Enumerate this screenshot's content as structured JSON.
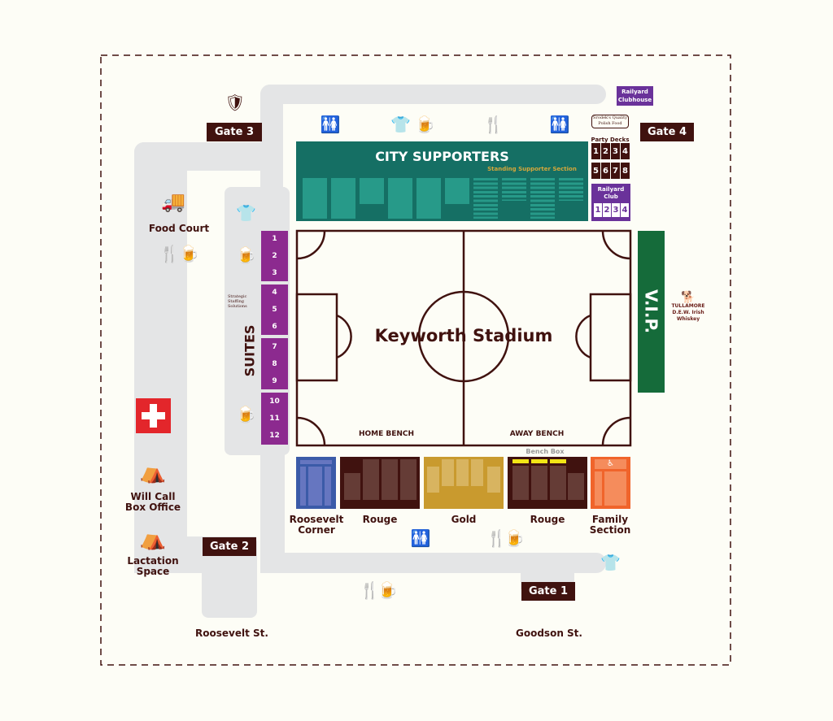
{
  "stadium_name": "Keyworth Stadium",
  "gates": {
    "g1": "Gate 1",
    "g2": "Gate 2",
    "g3": "Gate 3",
    "g4": "Gate 4"
  },
  "streets": {
    "roosevelt": "Roosevelt St.",
    "goodson": "Goodson St."
  },
  "amenities": {
    "food_court": "Food Court",
    "will_call": "Will Call Box Office",
    "lactation": "Lactation Space"
  },
  "supporters": {
    "title": "CITY SUPPORTERS",
    "subtitle": "Standing Supporter Section"
  },
  "railyard_clubhouse": "Railyard Clubhouse",
  "sponsor_srodek": "Srodek's Quality Polish Food",
  "party_decks": {
    "label": "Party Decks",
    "numbers": [
      "1",
      "2",
      "3",
      "4",
      "5",
      "6",
      "7",
      "8"
    ]
  },
  "railyard_club": {
    "label": "Railyard Club",
    "numbers": [
      "1",
      "2",
      "3",
      "4"
    ]
  },
  "suites": {
    "label": "SUITES",
    "groups": [
      [
        "1",
        "2",
        "3"
      ],
      [
        "4",
        "5",
        "6"
      ],
      [
        "7",
        "8",
        "9"
      ],
      [
        "10",
        "11",
        "12"
      ]
    ]
  },
  "sponsor_strategic": "Strategic Staffing Solutions",
  "vip": "V.I.P.",
  "sponsor_tullamore": "TULLAMORE D.E.W. Irish Whiskey",
  "field": {
    "home_bench": "HOME BENCH",
    "away_bench": "AWAY BENCH",
    "bench_box": "Bench Box"
  },
  "sections": [
    {
      "name": "Roosevelt Corner",
      "color": "#3b5ba8"
    },
    {
      "name": "Rouge",
      "color": "#40120f"
    },
    {
      "name": "Gold",
      "color": "#c99a2e"
    },
    {
      "name": "Rouge",
      "color": "#40120f"
    },
    {
      "name": "Family Section",
      "color": "#f0642b"
    }
  ],
  "colors": {
    "brown": "#40120f",
    "teal": "#156f64",
    "purple": "#8c2a8f",
    "vip_green": "#156b3a",
    "first_aid": "#e3262b"
  }
}
